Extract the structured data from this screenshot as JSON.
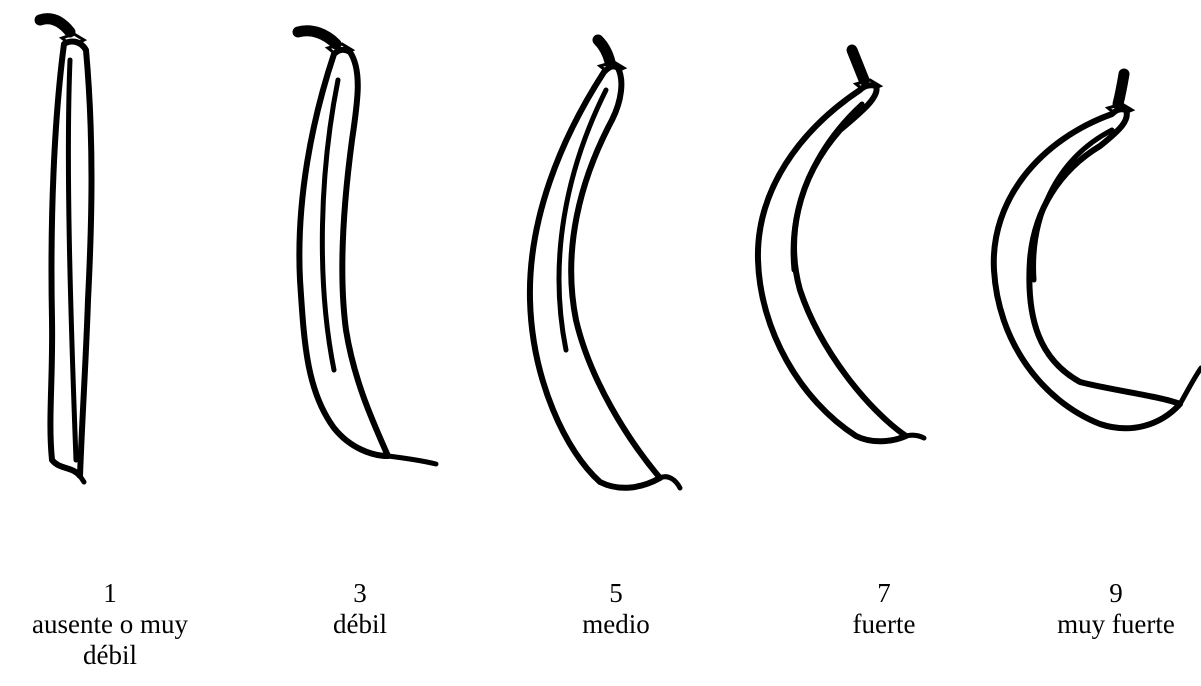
{
  "figure": {
    "illustrations": [
      "pod-no-curvature-icon",
      "pod-weak-curvature-icon",
      "pod-medium-curvature-icon",
      "pod-strong-curvature-icon",
      "pod-very-strong-curvature-icon"
    ],
    "captions": [
      {
        "note": "1",
        "label_line1": "ausente o muy",
        "label_line2": "débil"
      },
      {
        "note": "3",
        "label_line1": "débil",
        "label_line2": ""
      },
      {
        "note": "5",
        "label_line1": "medio",
        "label_line2": ""
      },
      {
        "note": "7",
        "label_line1": "fuerte",
        "label_line2": ""
      },
      {
        "note": "9",
        "label_line1": "muy fuerte",
        "label_line2": ""
      }
    ],
    "colors": {
      "ink": "#000000",
      "paper": "#ffffff"
    }
  }
}
